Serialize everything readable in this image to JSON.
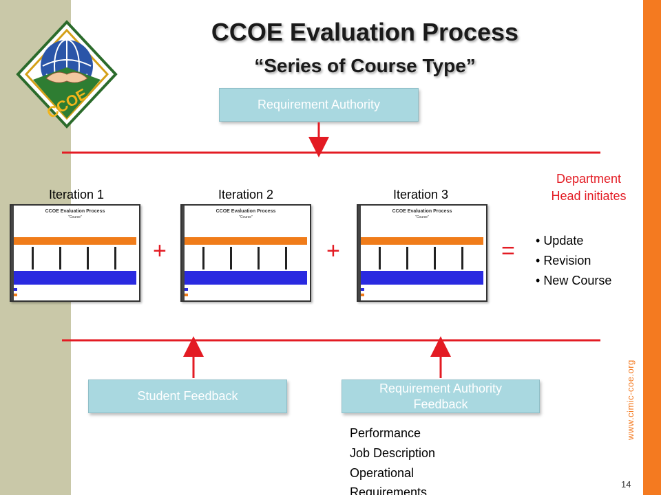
{
  "slide": {
    "title": "CCOE Evaluation Process",
    "subtitle": "“Series of Course Type”",
    "website": "www.cimic-coe.org",
    "page_number": "14"
  },
  "logo": {
    "text": "CCOE"
  },
  "boxes": {
    "top": "Requirement Authority",
    "student_feedback": "Student Feedback",
    "ra_feedback": "Requirement Authority Feedback"
  },
  "iterations": [
    {
      "label": "Iteration 1",
      "thumb_title": "CCOE Evaluation Process",
      "thumb_sub": "\"Course\""
    },
    {
      "label": "Iteration 2",
      "thumb_title": "CCOE Evaluation Process",
      "thumb_sub": "\"Course\""
    },
    {
      "label": "Iteration 3",
      "thumb_title": "CCOE Evaluation Process",
      "thumb_sub": "\"Course\""
    }
  ],
  "operators": {
    "plus": "+",
    "equals": "="
  },
  "department": {
    "line1": "Department",
    "line2": "Head initiates"
  },
  "outcomes": [
    "Update",
    "Revision",
    "New Course"
  ],
  "requirements": [
    "Performance",
    "Job Description",
    "Operational",
    "Requirements"
  ],
  "colors": {
    "accent_red": "#e31b23",
    "box_blue": "#a9d8e0",
    "orange_band": "#f47a20",
    "olive_band": "#c9c8a8"
  }
}
